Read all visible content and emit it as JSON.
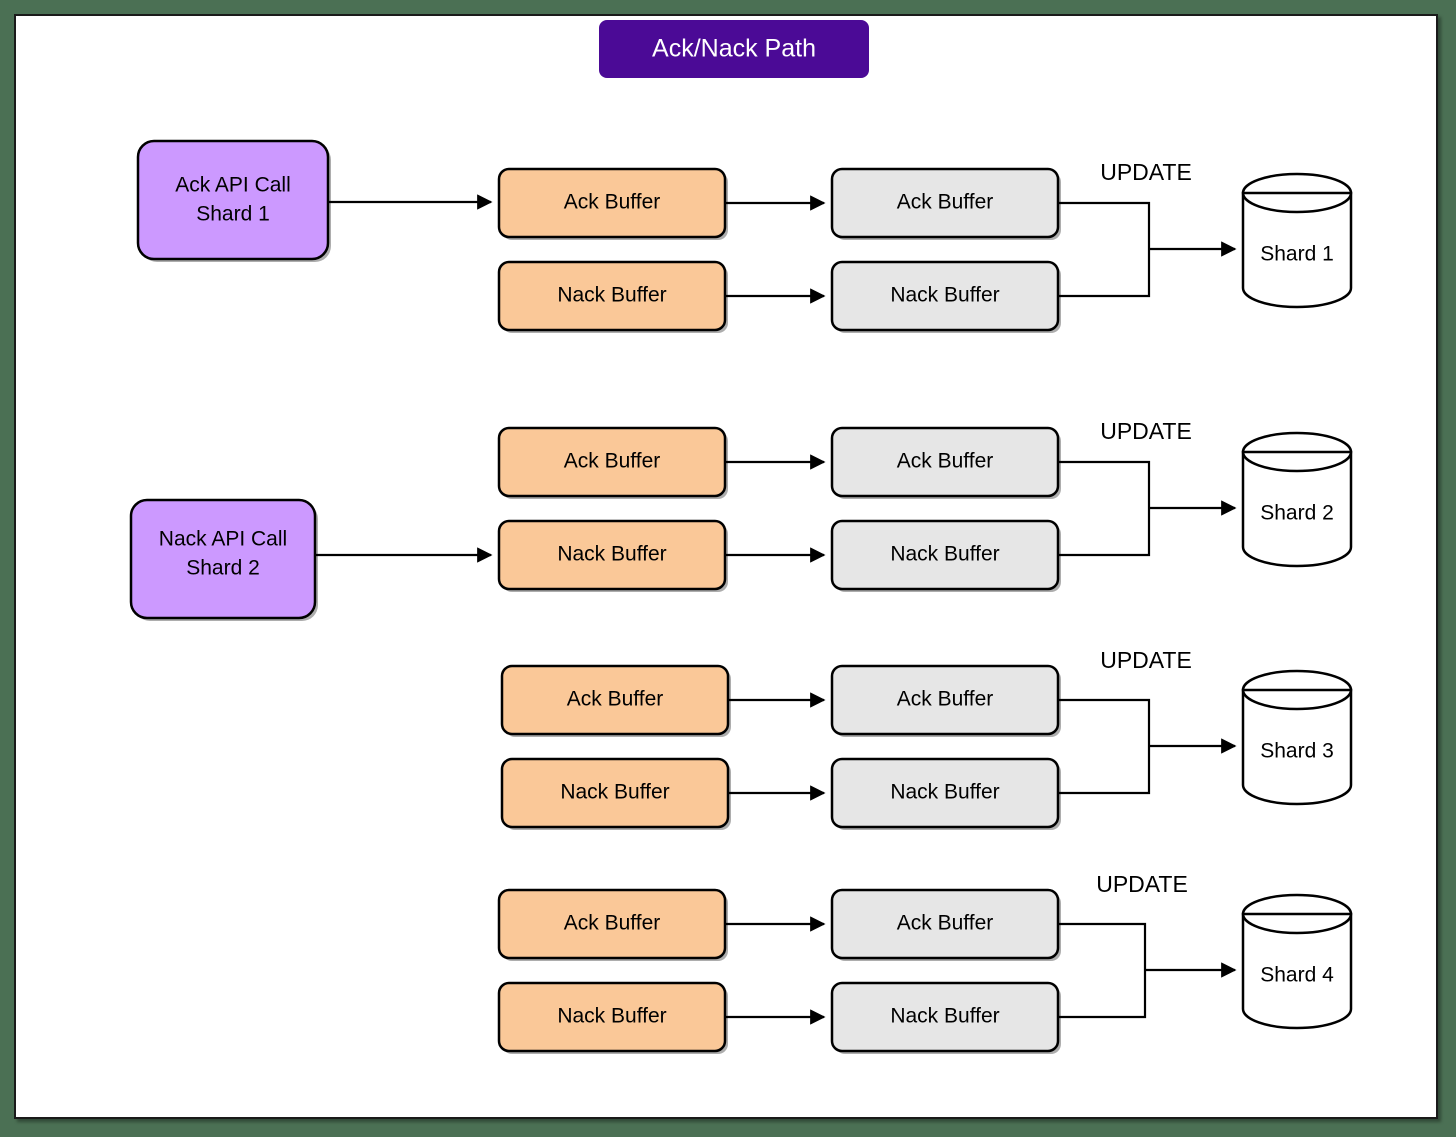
{
  "title": {
    "label": "Ack/Nack Path",
    "bg_color": "#4b0a96",
    "text_color": "#ffffff"
  },
  "colors": {
    "page_background": "#4b7054",
    "canvas": "#ffffff",
    "source_node": "#cc99ff",
    "buffer_stage1": "#fac898",
    "buffer_stage2": "#e6e6e6",
    "datastore": "#ccf2dd",
    "stroke": "#000000"
  },
  "sources": [
    {
      "id": "src1",
      "line1": "Ack API Call",
      "line2": "Shard 1",
      "target": "group1-ack-buffer"
    },
    {
      "id": "src2",
      "line1": "Nack API Call",
      "line2": "Shard 2",
      "target": "group2-nack-buffer"
    }
  ],
  "edge_labels": {
    "update": "UPDATE"
  },
  "groups": [
    {
      "id": "group1",
      "stage1": [
        {
          "label": "Ack Buffer"
        },
        {
          "label": "Nack Buffer"
        }
      ],
      "stage2": [
        {
          "label": "Ack Buffer"
        },
        {
          "label": "Nack Buffer"
        }
      ],
      "merge_label": "UPDATE",
      "datastore": {
        "label": "Shard 1"
      }
    },
    {
      "id": "group2",
      "stage1": [
        {
          "label": "Ack Buffer"
        },
        {
          "label": "Nack Buffer"
        }
      ],
      "stage2": [
        {
          "label": "Ack Buffer"
        },
        {
          "label": "Nack Buffer"
        }
      ],
      "merge_label": "UPDATE",
      "datastore": {
        "label": "Shard 2"
      }
    },
    {
      "id": "group3",
      "stage1": [
        {
          "label": "Ack Buffer"
        },
        {
          "label": "Nack Buffer"
        }
      ],
      "stage2": [
        {
          "label": "Ack Buffer"
        },
        {
          "label": "Nack Buffer"
        }
      ],
      "merge_label": "UPDATE",
      "datastore": {
        "label": "Shard 3"
      }
    },
    {
      "id": "group4",
      "stage1": [
        {
          "label": "Ack Buffer"
        },
        {
          "label": "Nack Buffer"
        }
      ],
      "stage2": [
        {
          "label": "Ack Buffer"
        },
        {
          "label": "Nack Buffer"
        }
      ],
      "merge_label": "UPDATE",
      "datastore": {
        "label": "Shard 4"
      }
    }
  ]
}
